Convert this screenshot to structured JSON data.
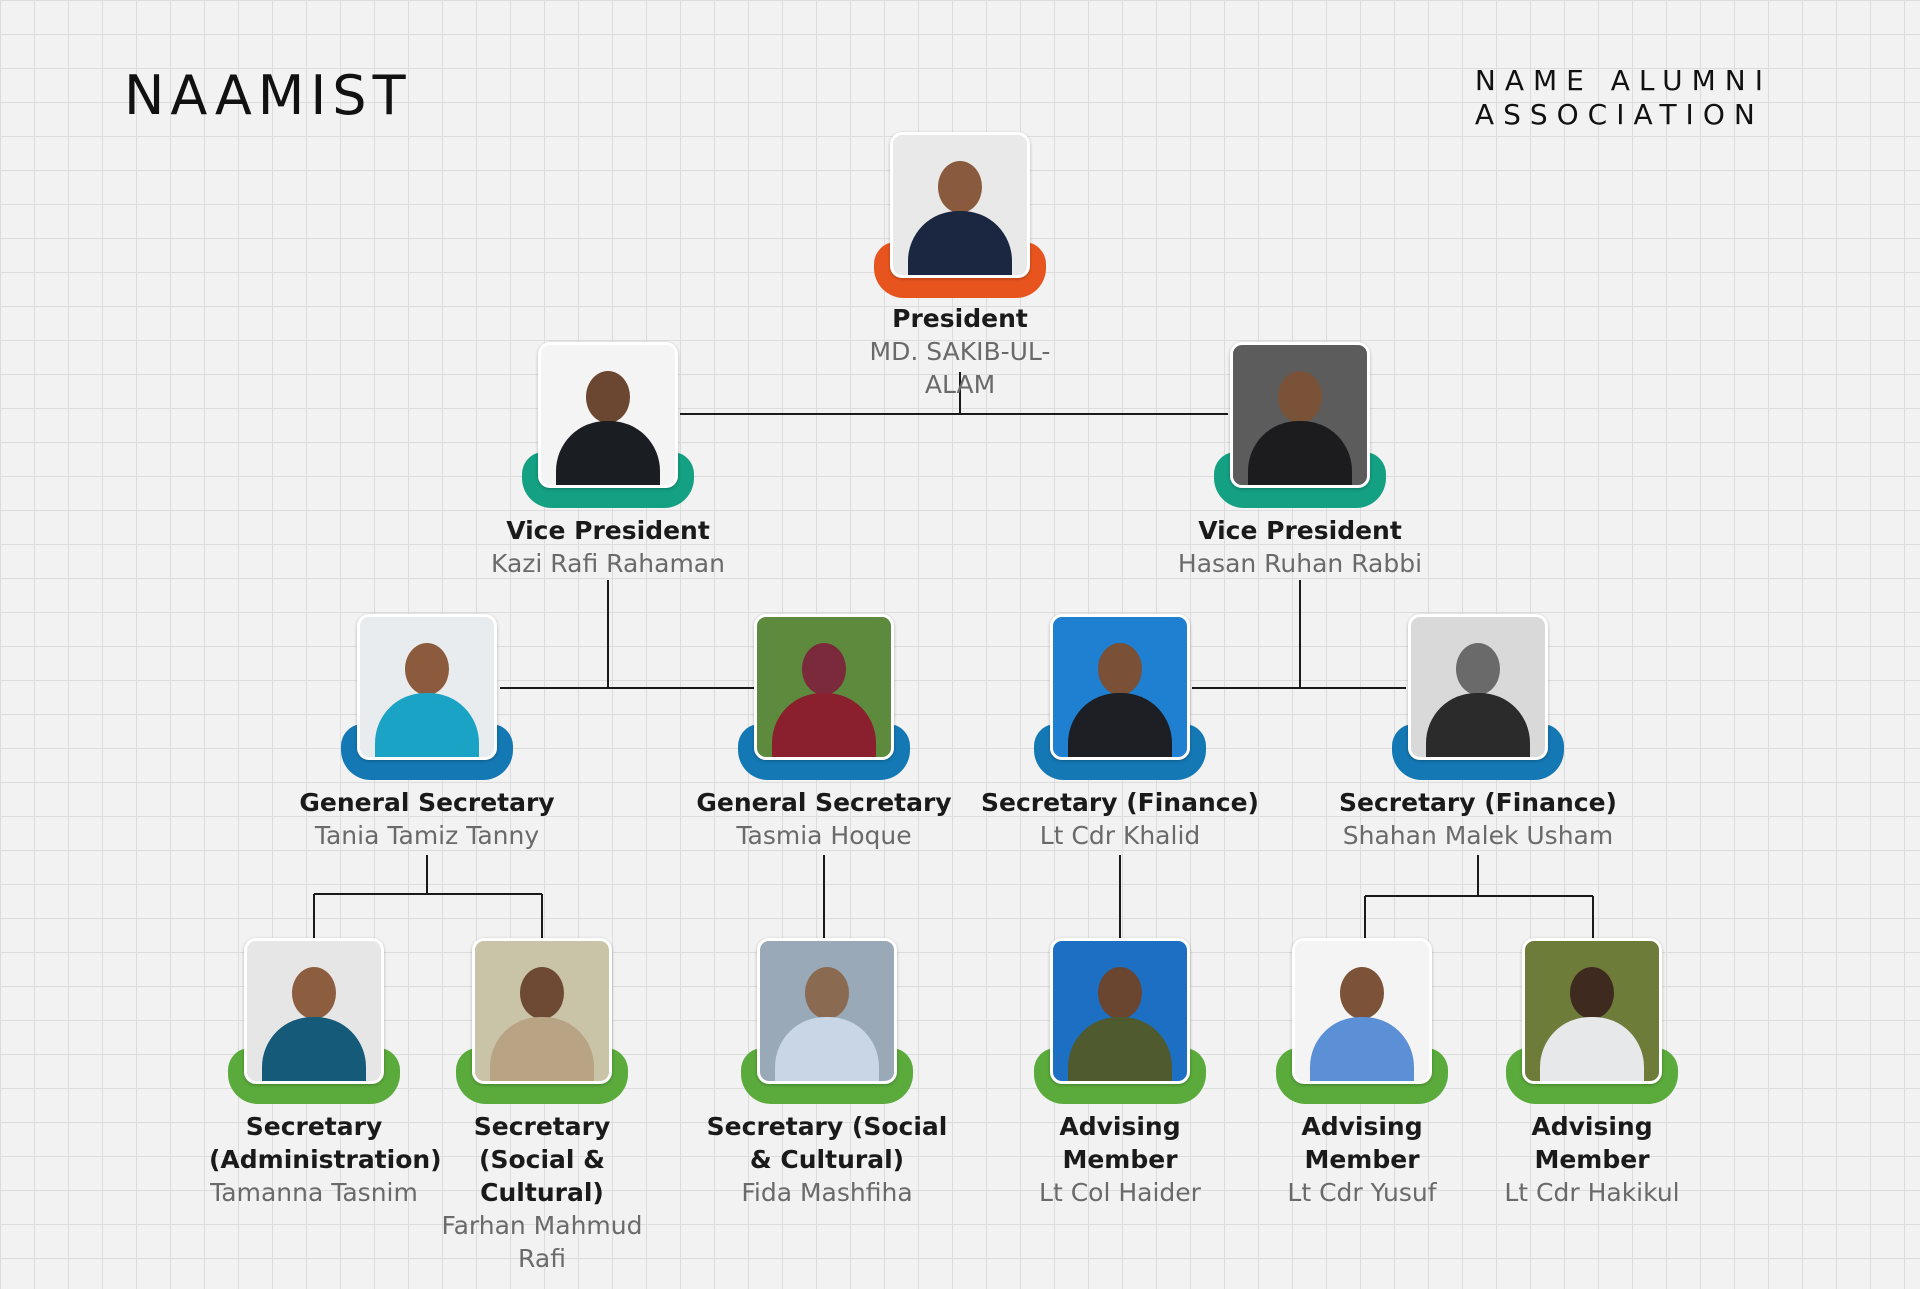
{
  "brand": {
    "left": "NAAMIST",
    "right_line1": "NAME ALUMNI",
    "right_line2": "ASSOCIATION"
  },
  "colors": {
    "president_accent": "#e8541e",
    "vice_president_accent": "#14a083",
    "secretary_accent": "#1478b4",
    "member_accent": "#5aab3c",
    "connector": "#1a1a1a"
  },
  "members": {
    "president": {
      "role": "President",
      "name": "MD. SAKIB-UL-ALAM"
    },
    "vp1": {
      "role": "Vice President",
      "name": "Kazi Rafi Rahaman"
    },
    "vp2": {
      "role": "Vice President",
      "name": "Hasan Ruhan Rabbi"
    },
    "gs1": {
      "role": "General Secretary",
      "name": "Tania Tamiz Tanny"
    },
    "gs2": {
      "role": "General Secretary",
      "name": "Tasmia Hoque"
    },
    "sf1": {
      "role": "Secretary (Finance)",
      "name": "Lt Cdr Khalid"
    },
    "sf2": {
      "role": "Secretary (Finance)",
      "name": "Shahan Malek Usham"
    },
    "sa1": {
      "role": "Secretary (Administration)",
      "name": "Tamanna Tasnim"
    },
    "sc1": {
      "role": "Secretary (Social & Cultural)",
      "name": "Farhan Mahmud Rafi"
    },
    "sc2": {
      "role": "Secretary (Social & Cultural)",
      "name": "Fida Mashfiha"
    },
    "am1": {
      "role": "Advising Member",
      "name": "Lt Col Haider"
    },
    "am2": {
      "role": "Advising Member",
      "name": "Lt Cdr Yusuf"
    },
    "am3": {
      "role": "Advising Member",
      "name": "Lt Cdr Hakikul"
    }
  }
}
